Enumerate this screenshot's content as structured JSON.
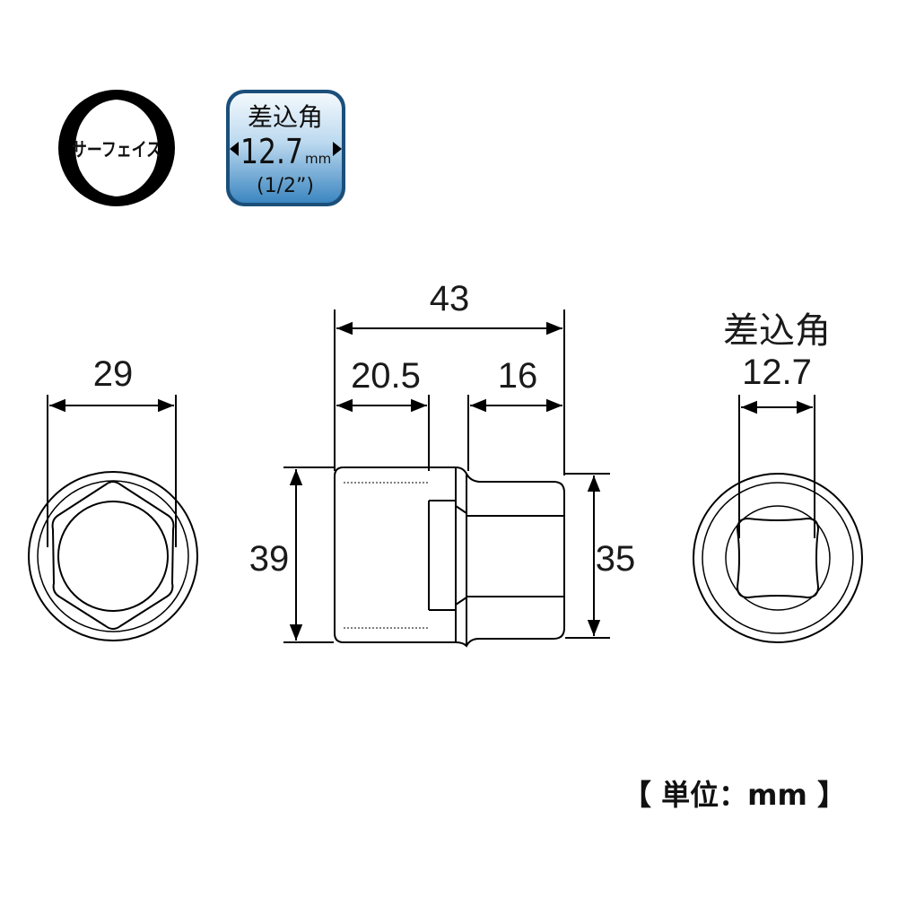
{
  "badges": {
    "surface_label": "サーフェイス",
    "drive_label": "差込角",
    "drive_value": "12.7",
    "drive_unit": "mm",
    "drive_inch": "(1/2”)"
  },
  "dimensions": {
    "front_outer_diameter": "29",
    "total_length": "43",
    "head_length": "20.5",
    "drive_length": "16",
    "head_diameter": "39",
    "drive_end_diameter": "35",
    "square_label": "差込角",
    "square_value": "12.7"
  },
  "unit_note": "【 単位：mm 】",
  "colors": {
    "badge_blue_top": "#d8eaf6",
    "badge_blue_bottom": "#2f7fb8",
    "badge_border": "#1b4f7a"
  }
}
